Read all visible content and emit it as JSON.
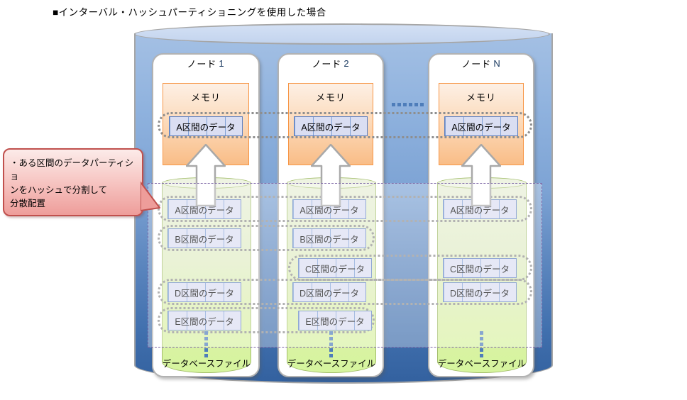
{
  "title": "■インターバル・ハッシュパーティショニングを使用した場合",
  "callout": {
    "line1": "・ある区間のデータパーティショ",
    "line2": "ンをハッシュで分割して",
    "line3": "分散配置"
  },
  "nodes": [
    {
      "name": "ノード",
      "suffix": "1",
      "memory": {
        "label": "メモリ",
        "block": "A区間のデータ"
      },
      "db": {
        "label": "データベースファイル",
        "blocks": {
          "A": "A区間のデータ",
          "B": "B区間のデータ",
          "D": "D区間のデータ",
          "E": "E区間のデータ"
        }
      }
    },
    {
      "name": "ノード",
      "suffix": "2",
      "memory": {
        "label": "メモリ",
        "block": "A区間のデータ"
      },
      "db": {
        "label": "データベースファイル",
        "blocks": {
          "A": "A区間のデータ",
          "B": "B区間のデータ",
          "C": "C区間のデータ",
          "D": "D区間のデータ",
          "E": "E区間のデータ"
        }
      }
    },
    {
      "name": "ノード",
      "suffix": "N",
      "memory": {
        "label": "メモリ",
        "block": "A区間のデータ"
      },
      "db": {
        "label": "データベースファイル",
        "blocks": {
          "A": "A区間のデータ",
          "C": "C区間のデータ",
          "D": "D区間のデータ"
        }
      }
    }
  ],
  "colors": {
    "cylinder_top": "#c3d4ee",
    "cylinder_body_top": "#8fb2de",
    "cylinder_body_bottom": "#33619f",
    "memory_fill": "#f9bd87",
    "memory_border": "#f79646",
    "dbfile_fill": "#d6f59e",
    "dbfile_border": "#a2bd6a",
    "block_fill": "#dadef2",
    "block_border": "#5d7fc0",
    "band_dots": "#8e8e8e",
    "overlay_border": "#7e68a6",
    "callout_border": "#c0504d",
    "callout_fill": "#ee9d9a",
    "node_suffix_text": "#17375e",
    "ellipsis_dots": "#4e7dba"
  }
}
